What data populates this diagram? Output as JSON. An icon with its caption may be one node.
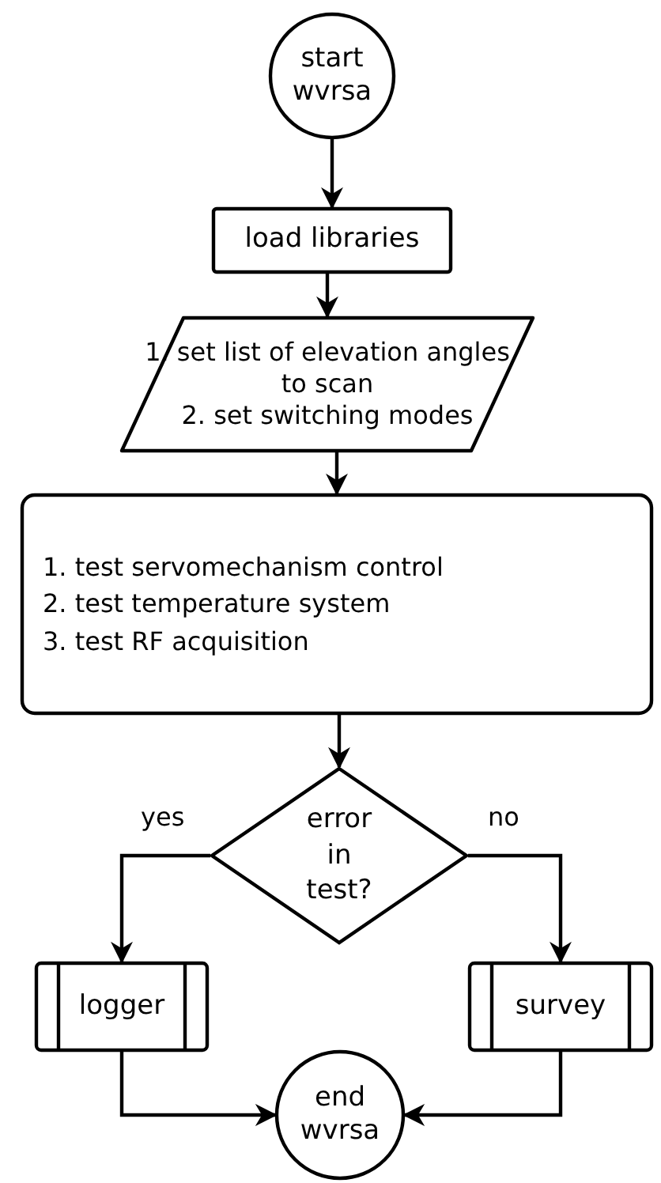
{
  "diagram": {
    "nodes": [
      {
        "text": [
          "start wvrsa"
        ]
      },
      {
        "text": [
          "load libraries"
        ]
      },
      {
        "text": [
          "1. set list of elevation angles to scan",
          "2. set switching modes"
        ]
      },
      {
        "text": [
          "1. test servomechanism control",
          "2. test temperature system",
          "3. test RF acquisition"
        ]
      },
      {
        "text": [
          "error in test?"
        ]
      },
      {
        "text": [
          "logger"
        ]
      },
      {
        "text": [
          "survey"
        ]
      },
      {
        "text": [
          "end wvrsa"
        ]
      }
    ],
    "edges": [
      {
        "from": 0,
        "to": 1,
        "arrow": "to"
      },
      {
        "from": 1,
        "to": 2,
        "arrow": "to"
      },
      {
        "from": 2,
        "to": 3,
        "arrow": "to"
      },
      {
        "from": 3,
        "to": 4,
        "arrow": "to"
      },
      {
        "from": 4,
        "to": 5,
        "arrow": "to",
        "label": "yes"
      },
      {
        "from": 4,
        "to": 6,
        "arrow": "to",
        "label": "no"
      },
      {
        "from": 5,
        "to": 7,
        "arrow": "to"
      },
      {
        "from": 6,
        "to": 7,
        "arrow": "to"
      }
    ]
  }
}
